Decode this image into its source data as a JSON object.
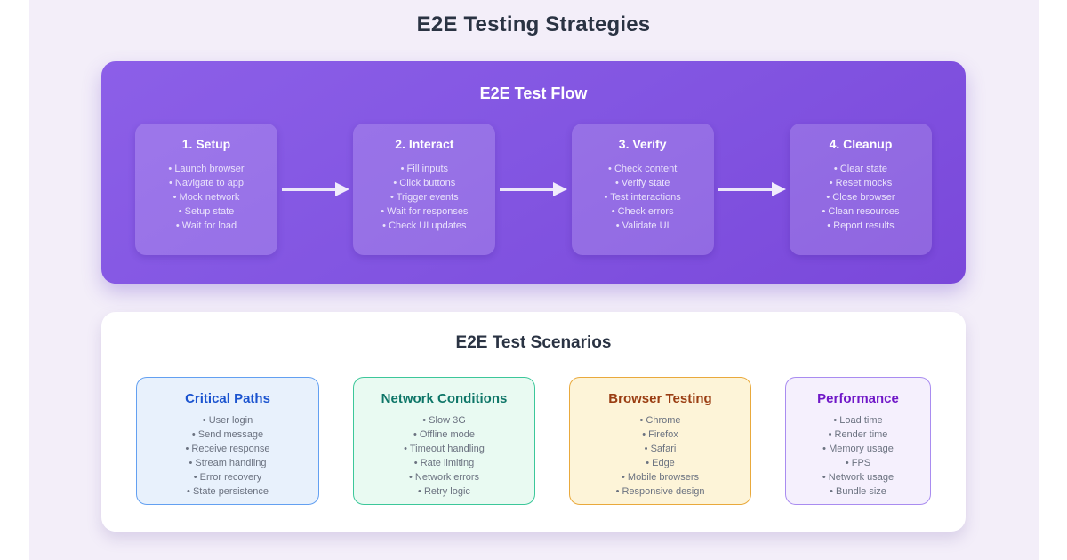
{
  "page": {
    "title": "E2E Testing Strategies"
  },
  "flow": {
    "title": "E2E Test Flow",
    "steps": [
      {
        "title": "1. Setup",
        "items": [
          "Launch browser",
          "Navigate to app",
          "Mock network",
          "Setup state",
          "Wait for load"
        ]
      },
      {
        "title": "2. Interact",
        "items": [
          "Fill inputs",
          "Click buttons",
          "Trigger events",
          "Wait for responses",
          "Check UI updates"
        ]
      },
      {
        "title": "3. Verify",
        "items": [
          "Check content",
          "Verify state",
          "Test interactions",
          "Check errors",
          "Validate UI"
        ]
      },
      {
        "title": "4. Cleanup",
        "items": [
          "Clear state",
          "Reset mocks",
          "Close browser",
          "Clean resources",
          "Report results"
        ]
      }
    ]
  },
  "scenarios": {
    "title": "E2E Test Scenarios",
    "cards": [
      {
        "title": "Critical Paths",
        "accent": "#1a53cf",
        "border": "#63a0f1",
        "background": "#e8f1fc",
        "items": [
          "User login",
          "Send message",
          "Receive response",
          "Stream handling",
          "Error recovery",
          "State persistence"
        ]
      },
      {
        "title": "Network Conditions",
        "accent": "#0e7668",
        "border": "#3cc79a",
        "background": "#e9faf2",
        "items": [
          "Slow 3G",
          "Offline mode",
          "Timeout handling",
          "Rate limiting",
          "Network errors",
          "Retry logic"
        ]
      },
      {
        "title": "Browser Testing",
        "accent": "#9a3d12",
        "border": "#e9a93c",
        "background": "#fdf4d8",
        "items": [
          "Chrome",
          "Firefox",
          "Safari",
          "Edge",
          "Mobile browsers",
          "Responsive design"
        ]
      },
      {
        "title": "Performance",
        "accent": "#7018c8",
        "border": "#a98cf0",
        "background": "#f5f0fd",
        "items": [
          "Load time",
          "Render time",
          "Memory usage",
          "FPS",
          "Network usage",
          "Bundle size"
        ]
      }
    ]
  },
  "colors": {
    "page_background": "#ffffff",
    "canvas_background": "#f3eef9",
    "heading_text": "#2a3343",
    "flow_panel": "#8356e2",
    "flow_panel_text": "#ffffff",
    "flow_step_card": "#9a75e9",
    "arrow": "#ece7fa",
    "scenario_item_text": "#6b7280"
  }
}
